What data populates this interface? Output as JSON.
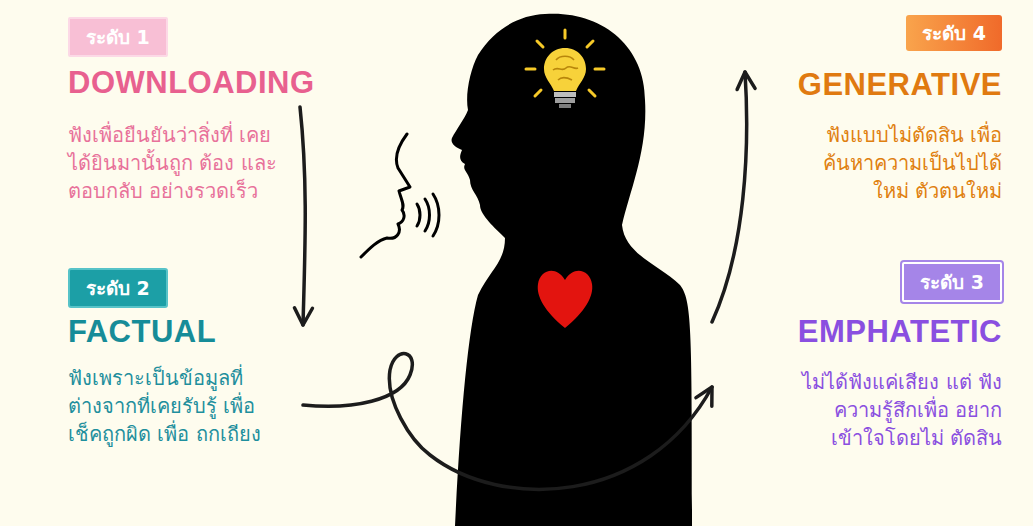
{
  "diagram": {
    "nodes": [
      {
        "text": [
          "ระดับ 1",
          "DOWNLOADING",
          "ฟังเพื่อยืนยันว่าสิ่งที่ เคยได้ยินมานั้นถูก ต้อง และตอบกลับ อย่างรวดเร็ว"
        ]
      },
      {
        "text": [
          "ระดับ 2",
          "FACTUAL",
          "ฟังเพราะเป็นข้อมูลที่ ต่างจากที่เคยรับรู้ เพื่อเช็คถูกผิด เพื่อ ถกเถียง"
        ]
      },
      {
        "text": [
          "ระดับ 3",
          "EMPHATETIC",
          "ไม่ได้ฟังแค่เสียง แต่ ฟังความรู้สึกเพื่อ อยากเข้าใจโดยไม่ ตัดสิน"
        ]
      },
      {
        "text": [
          "ระดับ 4",
          "GENERATIVE",
          "ฟังแบบไม่ตัดสิน เพื่อ ค้นหาความเป็นไปได้ ใหม่ ตัวตนใหม่"
        ]
      }
    ],
    "edges": [
      {
        "from": 0,
        "to": 1,
        "arrow": "to"
      },
      {
        "from": 1,
        "to": 2,
        "arrow": "to"
      },
      {
        "from": 2,
        "to": 3,
        "arrow": "to"
      }
    ]
  }
}
